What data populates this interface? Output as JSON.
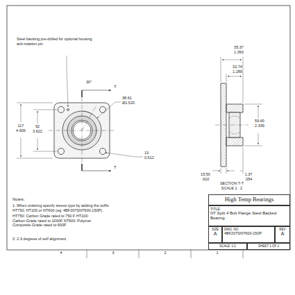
{
  "diagram": {
    "nodes": [
      {
        "text": [
          "High Temp Bearings"
        ]
      },
      {
        "text": [
          "TITLE:",
          "NT Split 4 Bolt Flange Steel Backed Bearing"
        ]
      },
      {
        "text": [
          "SIZE",
          "A"
        ]
      },
      {
        "text": [
          "DWG. NO.",
          "4BF207SNT600-150P"
        ]
      },
      {
        "text": [
          "REV",
          "A"
        ]
      },
      {
        "text": [
          "SCALE: 1:2"
        ]
      },
      {
        "text": [
          "SHEET 1 OF 1"
        ]
      }
    ],
    "labels": [
      "Steel backing pre-drilled for optional housing anti-rotation pin",
      "30°",
      "T",
      "T",
      "38.61",
      "Ø1.520",
      "117",
      "4.606",
      "92",
      "3.622",
      "13",
      "0.512",
      "35.37",
      "1.393",
      "32.74",
      "1.289",
      "59.40",
      "2.339",
      "15.50",
      ".610",
      "1.37",
      ".054",
      "SECTION T-T",
      "SCALE 1 : 2",
      "Notes:",
      "1: When ordering specify sleeve type by adding the suffix HT750, HT100 or NT600 (eg: 4BF207SNT600-150P) .",
      "HT750: Carbon Grade rated to 750 F HT100: Carbon Grade rated to 1000F NT600: Polymer Composite Grade rated to 600F",
      "2: 2-3 degrees of self alignment",
      "4",
      "3",
      "2",
      "1"
    ]
  }
}
